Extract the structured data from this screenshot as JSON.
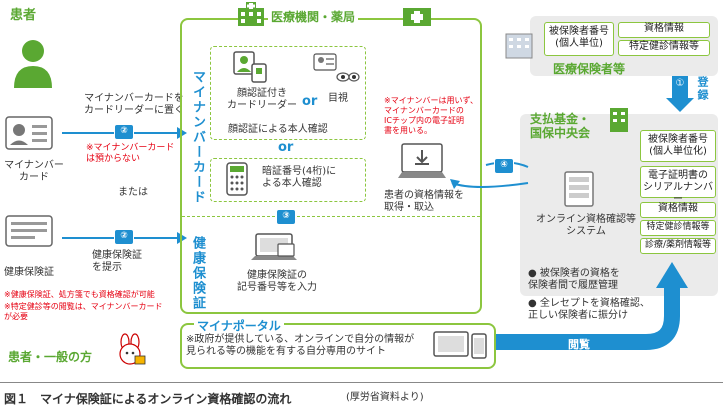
{
  "patient_label": "患者",
  "patient_general_label": "患者・一般の方",
  "medical_institution_label": "医療機関・薬局",
  "insurer_label": "医療保険者等",
  "fund_label": "支払基金・\n国保中央会",
  "mynumber_card_label": "マイナンバー\nカード",
  "health_insurance_card_label": "健康保険証",
  "step2_card_text": "マイナンバーカードを\nカードリーダーに置く",
  "card_not_kept_note": "※マイナンバーカード\nは預からない",
  "or_text_left": "または",
  "step2_insurance_text": "健康保険証\nを提示",
  "note_insurance_1": "※健康保険証、処方箋でも資格確認が可能",
  "note_insurance_2": "※特定健診等の閲覧は、マイナンバーカード\nが必要",
  "vertical_mynumber": "マイナンバーカード",
  "vertical_insurance": "健康保険証",
  "face_reader_label": "顔認証付き\nカードリーダー",
  "or_text": "or",
  "visual_check_label": "目視",
  "face_auth_caption": "顔認証による本人確認",
  "pin_auth_label": "暗証番号(4桁)に\nよる本人確認",
  "insurance_number_input": "健康保険証の\n記号番号等を入力",
  "ic_chip_note": "※マイナンバーは用いず、\nマイナンバーカードの\nICチップ内の電子証明\n書を用いる。",
  "get_qualification": "患者の資格情報を\n取得・取込",
  "online_system": "オンライン資格確認等\nシステム",
  "insurer_items": [
    "被保険者番号\n(個人単位)",
    "資格情報",
    "特定健診情報等"
  ],
  "fund_items": [
    "被保険者番号\n(個人単位化)",
    "電子証明書の\nシリアルナンバー",
    "資格情報",
    "特定健診情報等",
    "診療/薬剤情報等"
  ],
  "registration": "登録",
  "bullets": [
    "被保険者の資格を\n保険者間で履歴管理",
    "全レセプトを資格確認、\n正しい保険者に振分け"
  ],
  "myportal_title": "マイナポータル",
  "myportal_desc": "※政府が提供している、オンラインで自分の情報が\n見られる等の機能を有する自分専用のサイト",
  "browse": "閲覧",
  "step_numbers": [
    "①",
    "②",
    "②",
    "③",
    "④"
  ],
  "caption": "図１　マイナ保険証によるオンライン資格確認の流れ",
  "caption_source": "(厚労省資料より)"
}
